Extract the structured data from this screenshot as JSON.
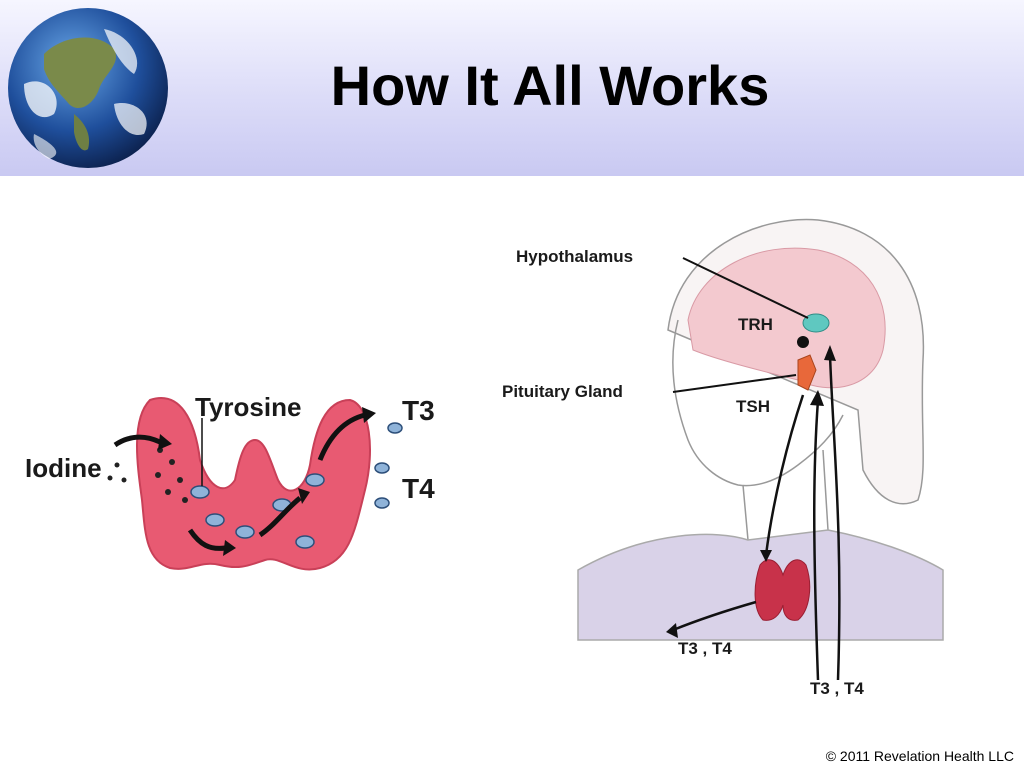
{
  "slide": {
    "title": "How It All Works",
    "footer": "© 2011 Revelation Health LLC"
  },
  "thyroid_diagram": {
    "label_iodine": "Iodine",
    "label_tyrosine": "Tyrosine",
    "label_t3": "T3",
    "label_t4": "T4"
  },
  "axis_diagram": {
    "label_hypothalamus": "Hypothalamus",
    "label_trh": "TRH",
    "label_pituitary": "Pituitary Gland",
    "label_tsh": "TSH",
    "label_t3t4_left": "T3 , T4",
    "label_t3t4_right": "T3 , T4"
  },
  "colors": {
    "thyroid": "#e85a72",
    "molecule": "#8fb3d9",
    "hypothalamus": "#5fc8c0",
    "pituitary": "#e8683a",
    "brain": "#f3c9cf"
  }
}
